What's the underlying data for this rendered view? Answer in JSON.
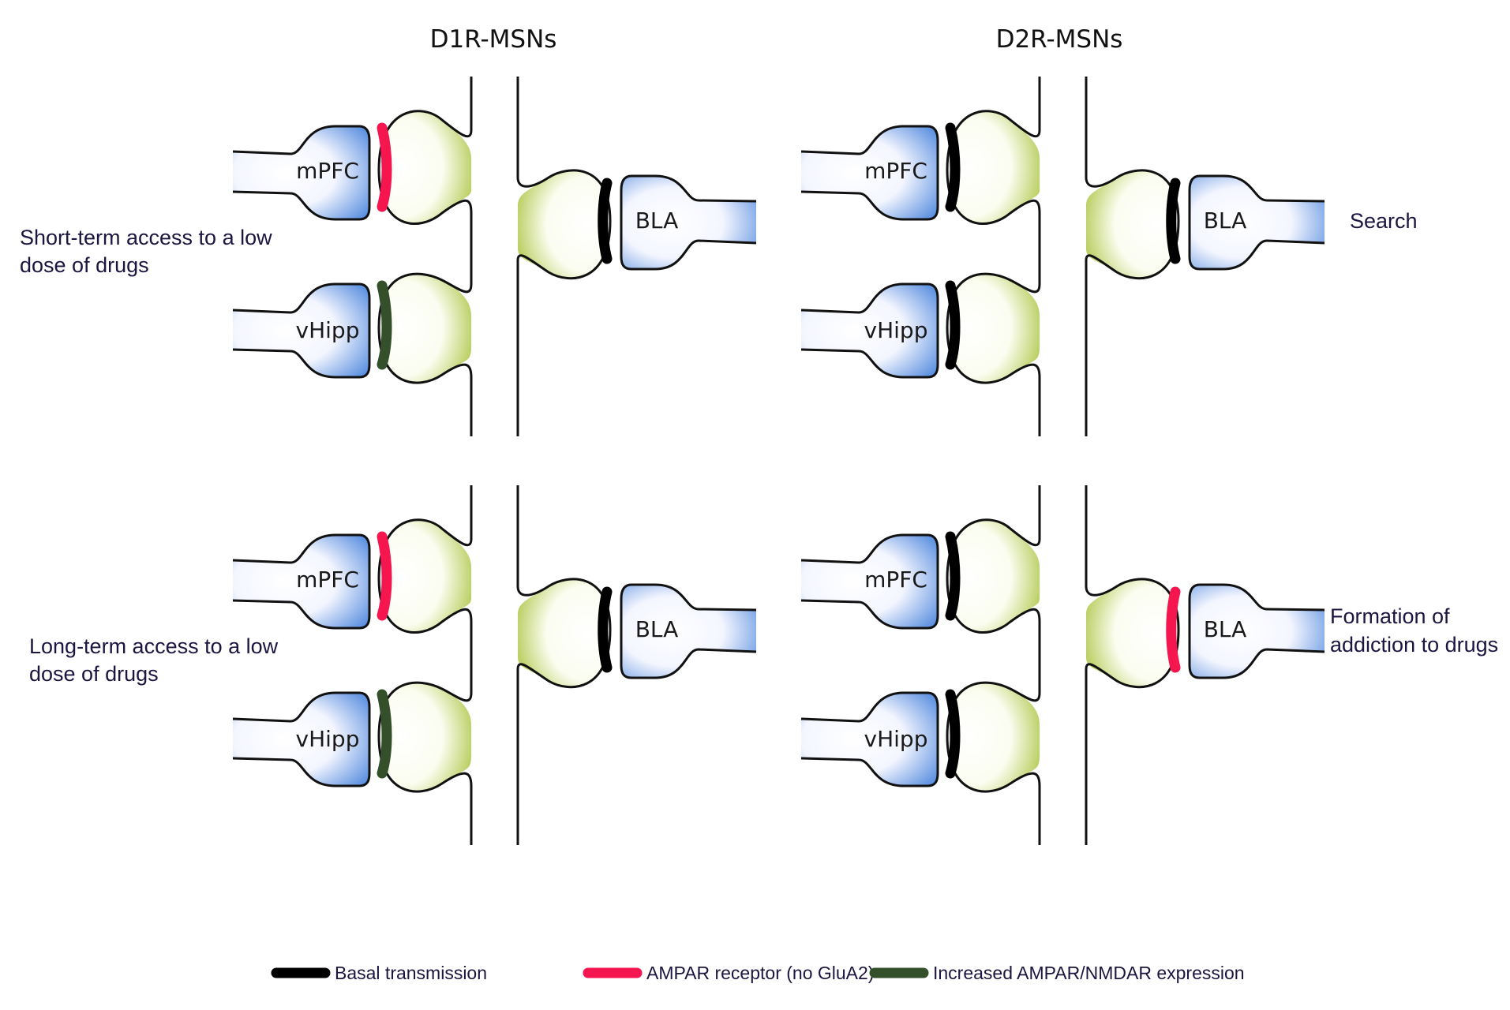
{
  "columns": {
    "left": "D1R-MSNs",
    "right": "D2R-MSNs"
  },
  "rows": {
    "short_term": "Short-term access to a low dose of drugs",
    "short_term_lines": [
      "Short-term access to a low",
      "dose of drugs"
    ],
    "long_term": "Long-term access to a low dose of drugs",
    "long_term_lines": [
      "Long-term access to a low",
      "dose of drugs"
    ]
  },
  "outcomes": {
    "top": "Search",
    "bottom": "Formation of addiction to drugs",
    "bottom_lines": [
      "Formation of",
      "addiction to drugs"
    ]
  },
  "regions": {
    "mpfc": "mPFC",
    "vhipp": "vHipp",
    "bla": "BLA"
  },
  "synapse_states": {
    "d1_short": {
      "mpfc": "ampar",
      "vhipp": "increased",
      "bla": "basal"
    },
    "d2_short": {
      "mpfc": "basal",
      "vhipp": "basal",
      "bla": "basal"
    },
    "d1_long": {
      "mpfc": "ampar",
      "vhipp": "increased",
      "bla": "basal"
    },
    "d2_long": {
      "mpfc": "basal",
      "vhipp": "basal",
      "bla": "ampar"
    }
  },
  "legend": [
    {
      "key": "basal",
      "label": "Basal transmission",
      "color": "#000000"
    },
    {
      "key": "ampar",
      "label": "AMPAR receptor (no GluA2)",
      "color": "#f5164f"
    },
    {
      "key": "increased",
      "label": "Increased AMPAR/NMDAR expression",
      "color": "#33502a"
    }
  ],
  "colors": {
    "terminal": "#5a8fe0",
    "spine": "#b6cc5a"
  }
}
